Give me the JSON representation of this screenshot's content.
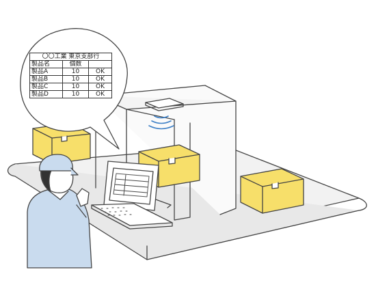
{
  "colors": {
    "box_fill": "#f7df6a",
    "box_outline": "#555555",
    "uniform": "#c9dbee",
    "cap": "#c9dbee",
    "scan_wave": "#3c7fc6",
    "line": "#444444",
    "conveyor_belt": "#f1f1f1",
    "scanner_frame": "#fafafa"
  },
  "icons": [
    "speech-bubble",
    "rfid-reader",
    "scan-wave",
    "cardboard-box",
    "computer-monitor",
    "keyboard",
    "worker"
  ],
  "bubble": {
    "title": "〇〇工業 東京支部行",
    "header": {
      "product": "製品名",
      "count": "個数",
      "status": ""
    },
    "rows": [
      {
        "product": "製品A",
        "count": "10",
        "status": "OK"
      },
      {
        "product": "製品B",
        "count": "10",
        "status": "OK"
      },
      {
        "product": "製品C",
        "count": "10",
        "status": "OK"
      },
      {
        "product": "製品D",
        "count": "10",
        "status": "OK"
      }
    ]
  }
}
